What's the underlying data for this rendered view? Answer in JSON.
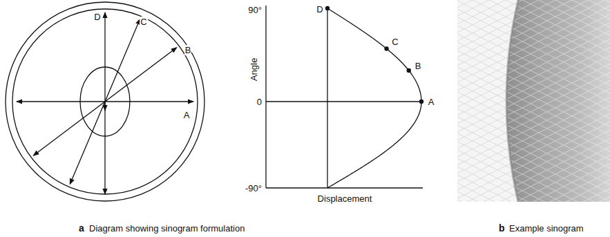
{
  "diagram": {
    "labels": [
      "D",
      "C",
      "B",
      "A",
      "90°",
      "D",
      "C",
      "B",
      "A",
      "0",
      "-90°",
      "Angle",
      "Displacement",
      "a",
      "Diagram showing sinogram formulation",
      "b",
      "Example sinogram"
    ]
  }
}
